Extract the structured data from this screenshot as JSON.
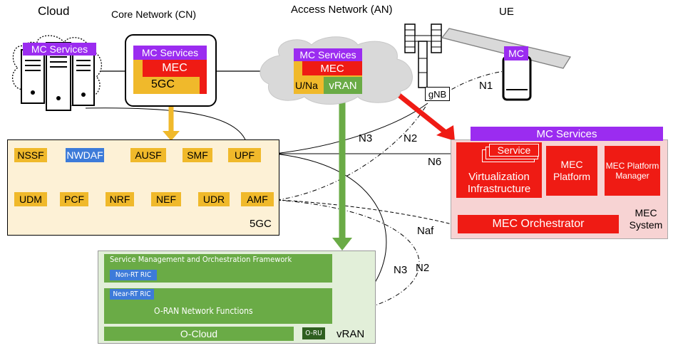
{
  "headers": {
    "cloud": "Cloud",
    "core_network": "Core Network (CN)",
    "access_network": "Access Network (AN)",
    "ue": "UE"
  },
  "cloud": {
    "mc_services": "MC Services"
  },
  "core": {
    "mc_services": "MC Services",
    "mec": "MEC",
    "fivegc": "5GC"
  },
  "access": {
    "mc_services": "MC Services",
    "mec": "MEC",
    "una": "U/Na",
    "vran": "vRAN",
    "gnb": "gNB"
  },
  "ue_device": {
    "mc": "MC"
  },
  "fivegc_box": {
    "label": "5GC",
    "top_row": [
      "NSSF",
      "NWDAF",
      "AUSF",
      "SMF",
      "UPF"
    ],
    "bottom_row": [
      "UDM",
      "PCF",
      "NRF",
      "NEF",
      "UDR",
      "AMF"
    ]
  },
  "mec_system": {
    "mc_services": "MC Services",
    "service": "Service",
    "virtualization": "Virtualization Infrastructure",
    "platform": "MEC Platform",
    "platform_manager": "MEC Platform Manager",
    "orchestrator": "MEC Orchestrator",
    "label": "MEC System"
  },
  "vran_box": {
    "smo": "Service Management and Orchestration Framework",
    "non_rt_ric": "Non-RT RIC",
    "near_rt_ric": "Near-RT RIC",
    "oran_nf": "O-RAN Network Functions",
    "o_cloud": "O-Cloud",
    "o_ru": "O-RU",
    "label": "vRAN"
  },
  "interfaces": {
    "n1": "N1",
    "n2a": "N2",
    "n3a": "N3",
    "n6": "N6",
    "naf": "Naf",
    "n3b": "N3",
    "n2b": "N2"
  },
  "colors": {
    "purple": "#9b2cf0",
    "red": "#ef1b14",
    "yellow": "#f0b92b",
    "green": "#6aab46",
    "blue": "#3d7bd9",
    "mec_bg": "#f7d3d3",
    "core_bg": "#fdf1d6",
    "vran_bg": "#e2efd9"
  }
}
